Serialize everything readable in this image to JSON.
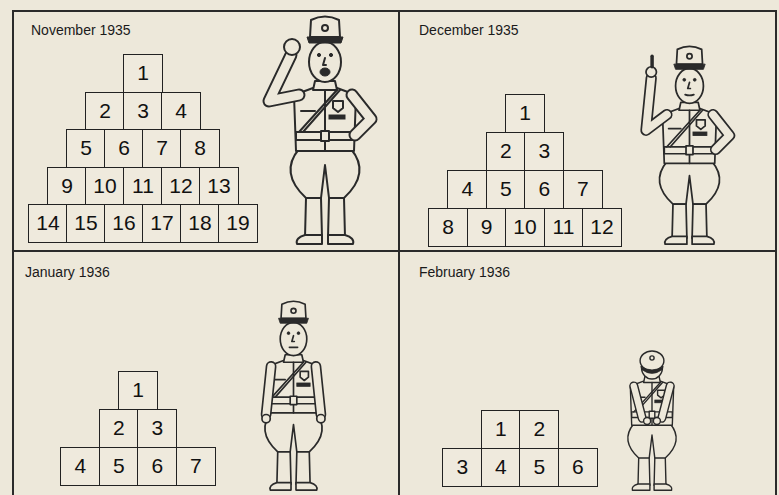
{
  "diagram": {
    "nodes": [
      {
        "text": [
          "November 1935"
        ]
      },
      {
        "text": [
          "1"
        ],
        "in": 0
      },
      {
        "text": [
          "2"
        ],
        "in": 0
      },
      {
        "text": [
          "3"
        ],
        "in": 0
      },
      {
        "text": [
          "4"
        ],
        "in": 0
      },
      {
        "text": [
          "5"
        ],
        "in": 0
      },
      {
        "text": [
          "6"
        ],
        "in": 0
      },
      {
        "text": [
          "7"
        ],
        "in": 0
      },
      {
        "text": [
          "8"
        ],
        "in": 0
      },
      {
        "text": [
          "9"
        ],
        "in": 0
      },
      {
        "text": [
          "10"
        ],
        "in": 0
      },
      {
        "text": [
          "11"
        ],
        "in": 0
      },
      {
        "text": [
          "12"
        ],
        "in": 0
      },
      {
        "text": [
          "13"
        ],
        "in": 0
      },
      {
        "text": [
          "14"
        ],
        "in": 0
      },
      {
        "text": [
          "15"
        ],
        "in": 0
      },
      {
        "text": [
          "16"
        ],
        "in": 0
      },
      {
        "text": [
          "17"
        ],
        "in": 0
      },
      {
        "text": [
          "18"
        ],
        "in": 0
      },
      {
        "text": [
          "19"
        ],
        "in": 0
      },
      {
        "text": [
          "December 1935"
        ]
      },
      {
        "text": [
          "1"
        ],
        "in": 20
      },
      {
        "text": [
          "2"
        ],
        "in": 20
      },
      {
        "text": [
          "3"
        ],
        "in": 20
      },
      {
        "text": [
          "4"
        ],
        "in": 20
      },
      {
        "text": [
          "5"
        ],
        "in": 20
      },
      {
        "text": [
          "6"
        ],
        "in": 20
      },
      {
        "text": [
          "7"
        ],
        "in": 20
      },
      {
        "text": [
          "8"
        ],
        "in": 20
      },
      {
        "text": [
          "9"
        ],
        "in": 20
      },
      {
        "text": [
          "10"
        ],
        "in": 20
      },
      {
        "text": [
          "11"
        ],
        "in": 20
      },
      {
        "text": [
          "12"
        ],
        "in": 20
      },
      {
        "text": [
          "January 1936"
        ]
      },
      {
        "text": [
          "1"
        ],
        "in": 33
      },
      {
        "text": [
          "2"
        ],
        "in": 33
      },
      {
        "text": [
          "3"
        ],
        "in": 33
      },
      {
        "text": [
          "4"
        ],
        "in": 33
      },
      {
        "text": [
          "5"
        ],
        "in": 33
      },
      {
        "text": [
          "6"
        ],
        "in": 33
      },
      {
        "text": [
          "7"
        ],
        "in": 33
      },
      {
        "text": [
          "February 1936"
        ]
      },
      {
        "text": [
          "1"
        ],
        "in": 41
      },
      {
        "text": [
          "2"
        ],
        "in": 41
      },
      {
        "text": [
          "3"
        ],
        "in": 41
      },
      {
        "text": [
          "4"
        ],
        "in": 41
      },
      {
        "text": [
          "5"
        ],
        "in": 41
      },
      {
        "text": [
          "6"
        ],
        "in": 41
      }
    ]
  }
}
